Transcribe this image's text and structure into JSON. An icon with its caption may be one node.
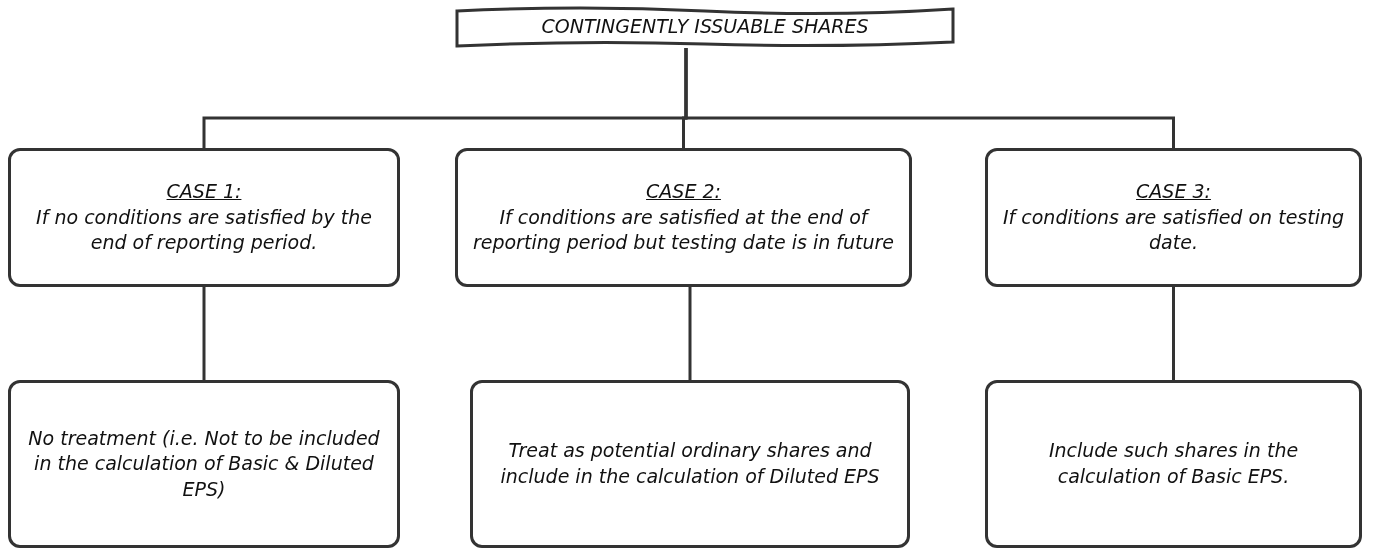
{
  "diagram": {
    "nodes": [
      {
        "text": [
          "CONTINGENTLY ISSUABLE SHARES"
        ]
      },
      {
        "text": [
          "CASE 1:",
          "If no conditions are satisfied by the end of reporting period."
        ]
      },
      {
        "text": [
          "CASE 2:",
          "If conditions are satisfied at the end of reporting period but testing date is in future"
        ]
      },
      {
        "text": [
          "CASE 3:",
          "If conditions are satisfied on testing date."
        ]
      },
      {
        "text": [
          "No treatment (i.e. Not to be included in the calculation of Basic & Diluted EPS)"
        ]
      },
      {
        "text": [
          "Treat as potential ordinary shares and include in the calculation of Diluted EPS"
        ]
      },
      {
        "text": [
          "Include such shares in the calculation of Basic EPS."
        ]
      }
    ],
    "edges": [
      {
        "from": 0,
        "to": 1,
        "arrow": "none"
      },
      {
        "from": 0,
        "to": 2,
        "arrow": "none"
      },
      {
        "from": 0,
        "to": 3,
        "arrow": "none"
      },
      {
        "from": 1,
        "to": 4,
        "arrow": "none"
      },
      {
        "from": 2,
        "to": 5,
        "arrow": "none"
      },
      {
        "from": 3,
        "to": 6,
        "arrow": "none"
      }
    ]
  }
}
